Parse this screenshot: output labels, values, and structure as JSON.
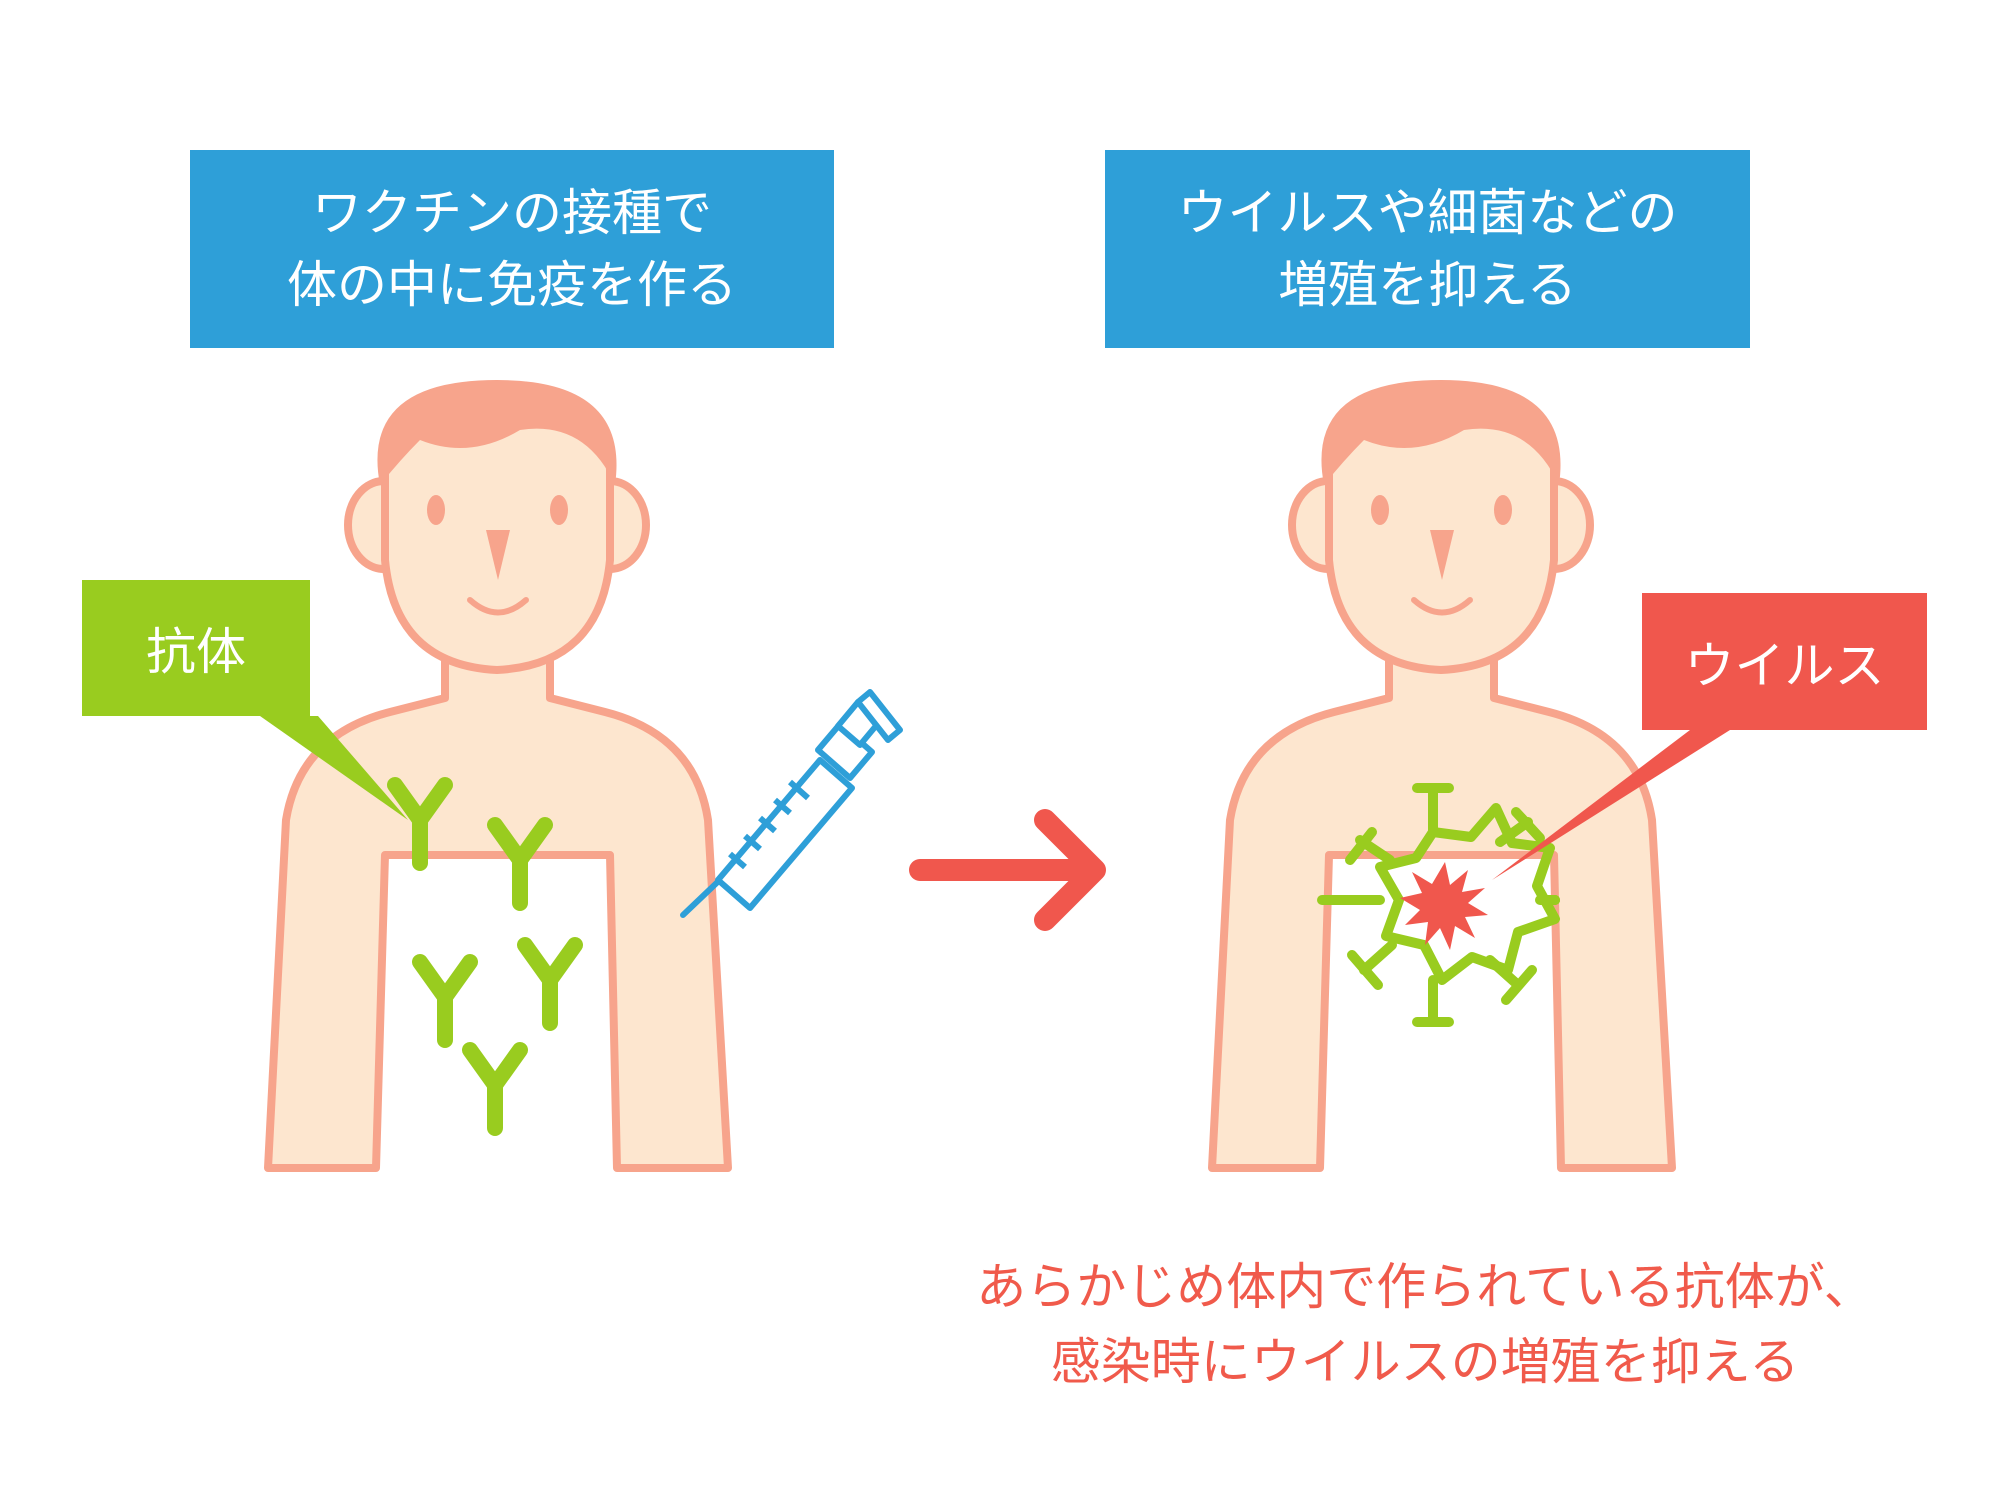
{
  "titles": {
    "left": [
      "ワクチンの接種で",
      "体の中に免疫を作る"
    ],
    "right": [
      "ウイルスや細菌などの",
      "増殖を抑える"
    ]
  },
  "labels": {
    "antibody": "抗体",
    "virus": "ウイルス"
  },
  "caption": [
    "あらかじめ体内で作られている抗体が、",
    "感染時にウイルスの増殖を抑える"
  ],
  "colors": {
    "title_bg": "#2e9fd8",
    "antibody": "#99cc1f",
    "virus": "#f0574d",
    "skin": "#fde6cf",
    "outline": "#f7a48c",
    "hair": "#f7a48c",
    "syringe": "#2e9fd8"
  },
  "icons": [
    "person-icon",
    "syringe-icon",
    "antibody-y-icon",
    "virus-icon",
    "arrow-right-icon"
  ]
}
